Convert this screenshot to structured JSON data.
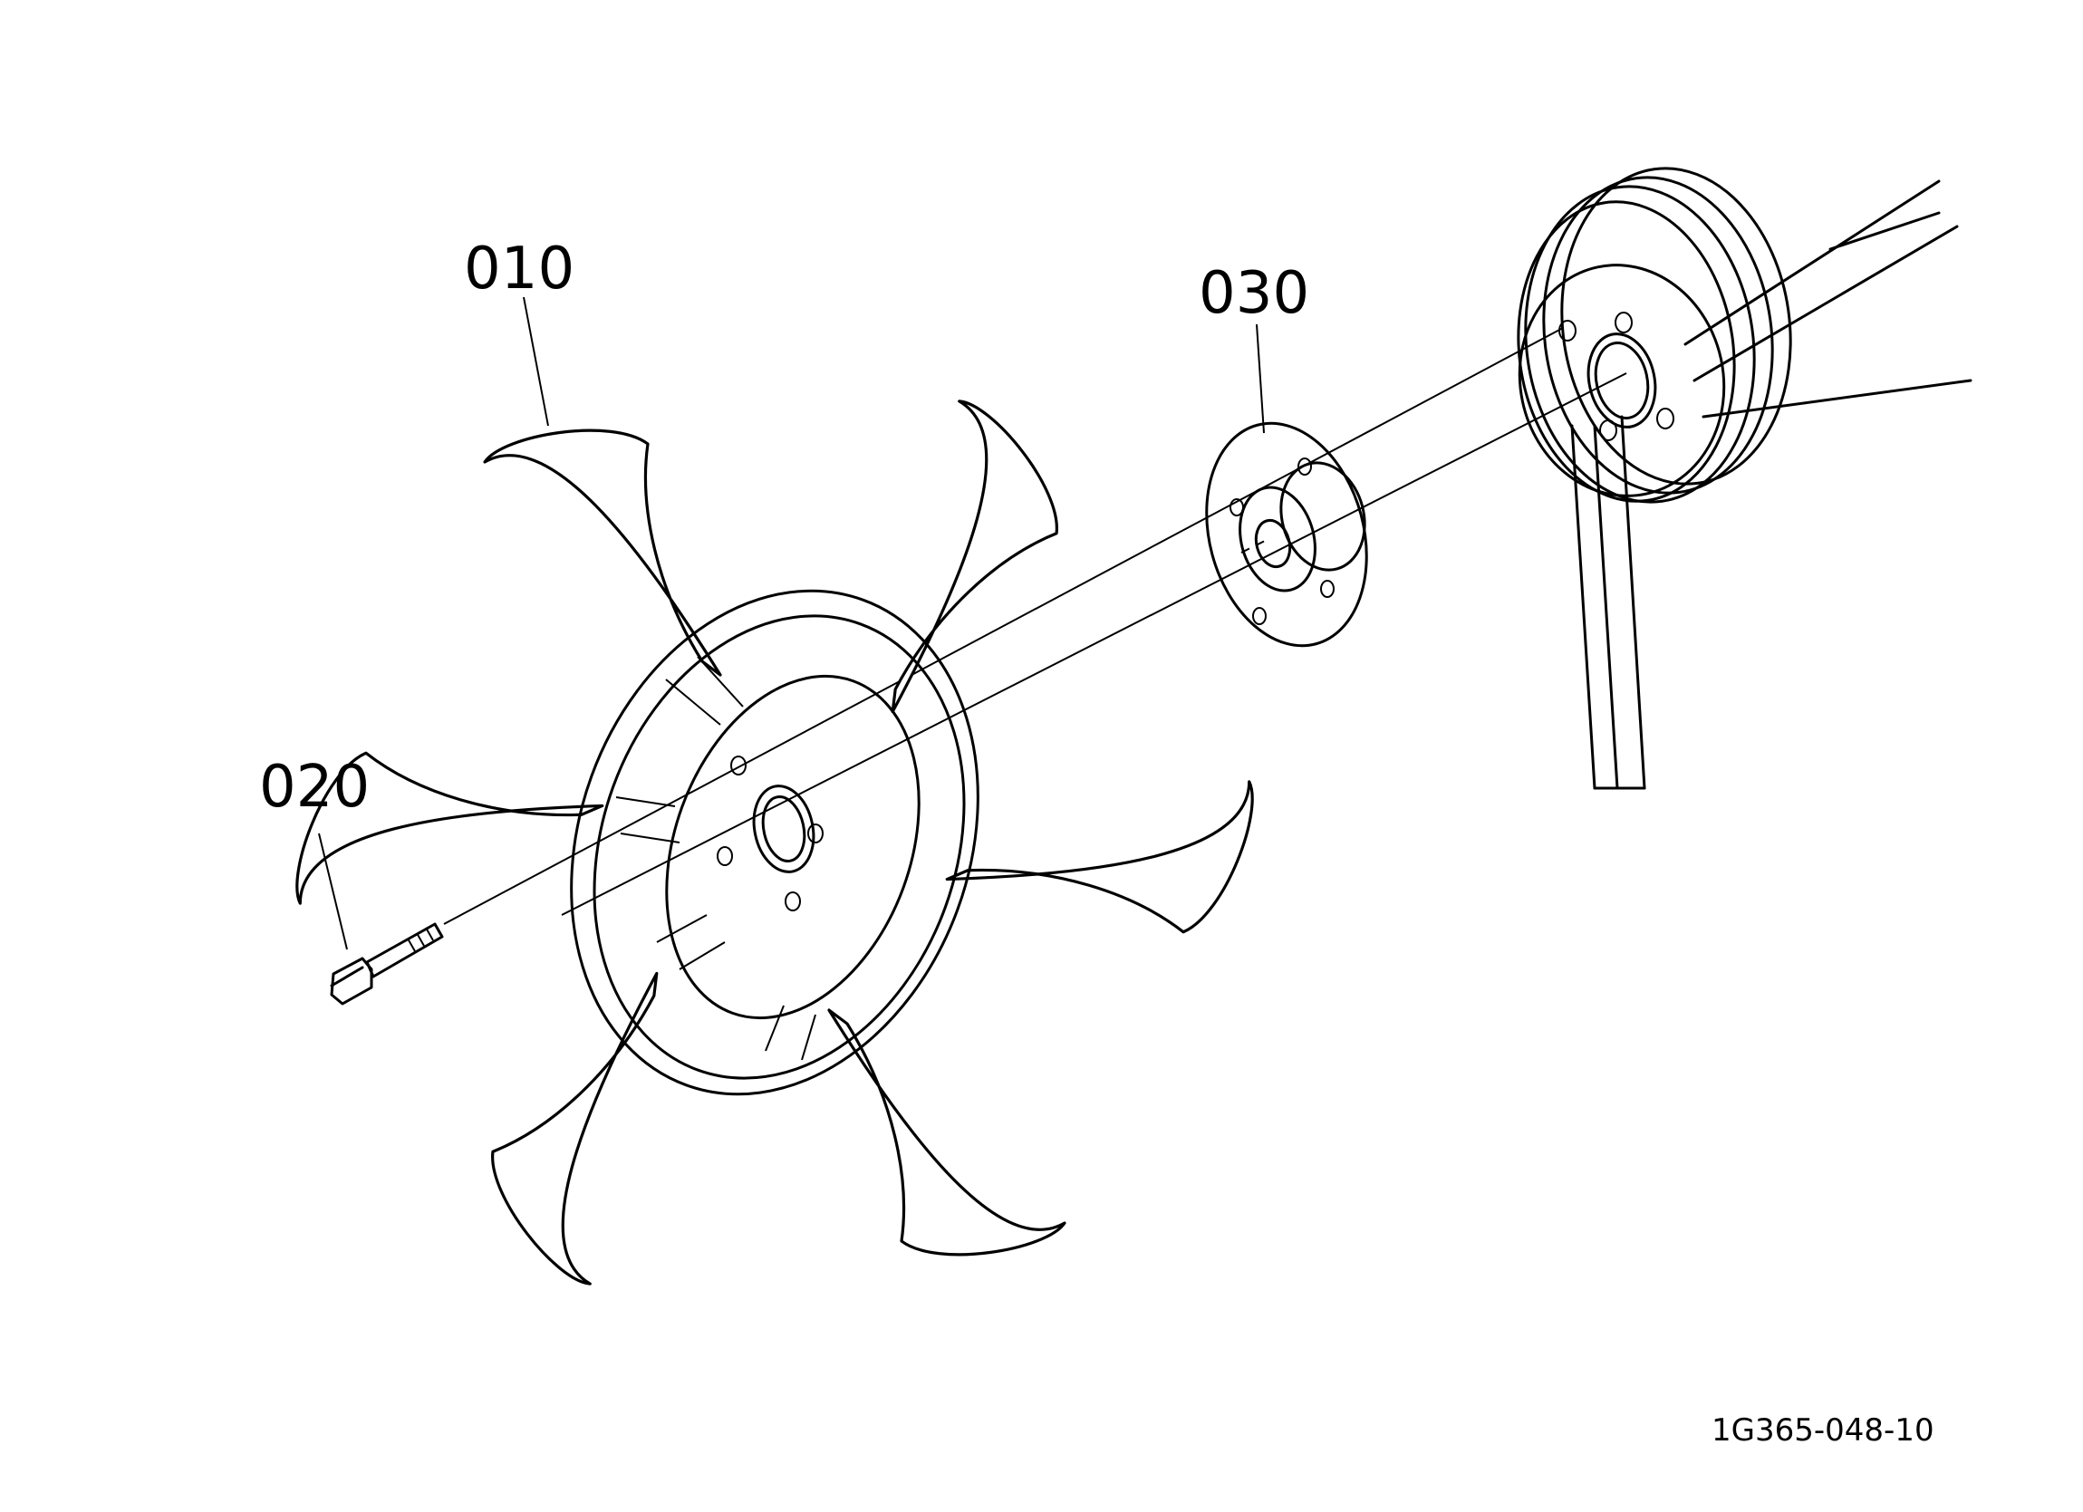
{
  "parts": [
    {
      "id": "fan",
      "callout": "010"
    },
    {
      "id": "bolt",
      "callout": "020"
    },
    {
      "id": "spacer",
      "callout": "030"
    }
  ],
  "figure_ref": "1G365-048-10"
}
